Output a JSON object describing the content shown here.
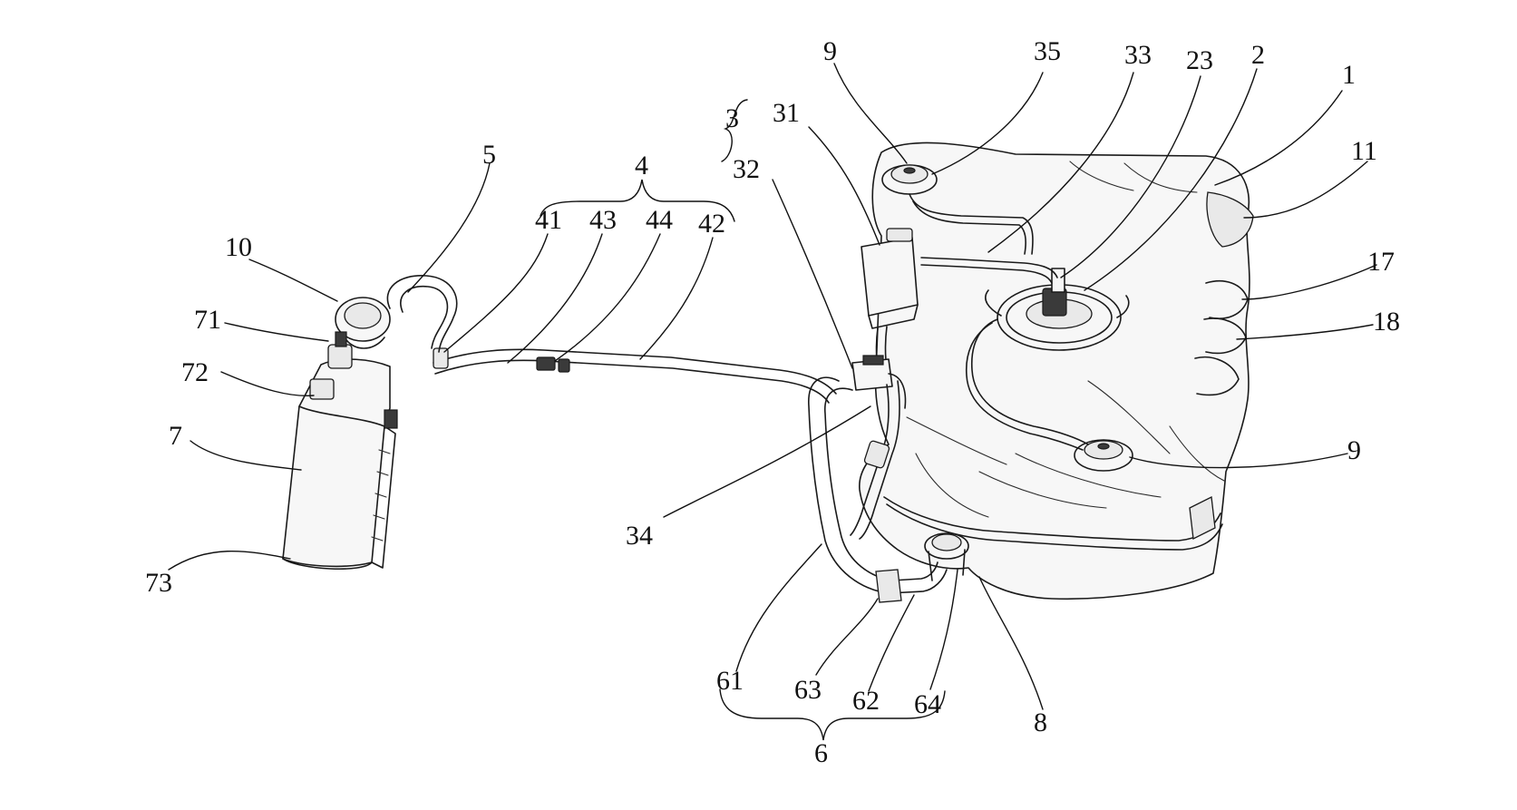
{
  "figure": {
    "labels": {
      "n1": "1",
      "n2": "2",
      "n3": "3",
      "n4": "4",
      "n5": "5",
      "n6": "6",
      "n7": "7",
      "n8": "8",
      "n9_top": "9",
      "n9_right": "9",
      "n10": "10",
      "n11": "11",
      "n17": "17",
      "n18": "18",
      "n23": "23",
      "n31": "31",
      "n32": "32",
      "n33": "33",
      "n34": "34",
      "n35": "35",
      "n41": "41",
      "n42": "42",
      "n43": "43",
      "n44": "44",
      "n61": "61",
      "n62": "62",
      "n63": "63",
      "n64": "64",
      "n71": "71",
      "n72": "72",
      "n73": "73"
    }
  }
}
